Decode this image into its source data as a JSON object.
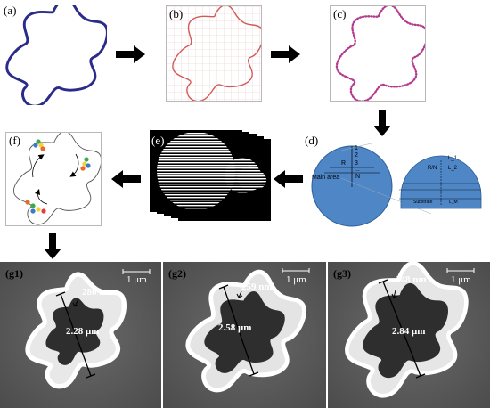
{
  "panels": {
    "a": "(a)",
    "b": "(b)",
    "c": "(c)",
    "d": "(d)",
    "e": "(e)",
    "f": "(f)",
    "g1": "(g1)",
    "g2": "(g2)",
    "g3": "(g3)"
  },
  "diagram_d": {
    "main_area": "Main area",
    "r": "R",
    "n": "N",
    "layers": [
      "1",
      "2",
      "3",
      "..."
    ],
    "inset_ratio": "R/N",
    "inset_layer1": "L_1",
    "inset_layer2": "L_2",
    "inset_substrate": "Substrate",
    "inset_substrate_value": "L_M"
  },
  "sem": {
    "scale_bar": "1 μm",
    "g1": {
      "wall": "280 nm",
      "diameter": "2.28 μm"
    },
    "g2": {
      "wall": "259 nm",
      "diameter": "2.58 μm"
    },
    "g3": {
      "wall": "248 nm",
      "diameter": "2.84 μm"
    }
  },
  "colors": {
    "curve": "#2b2b8a",
    "grid": "#e2b9b9",
    "dots": "#b43a8e",
    "circle_blue": "#4f86c6",
    "arrow": "#000000"
  }
}
